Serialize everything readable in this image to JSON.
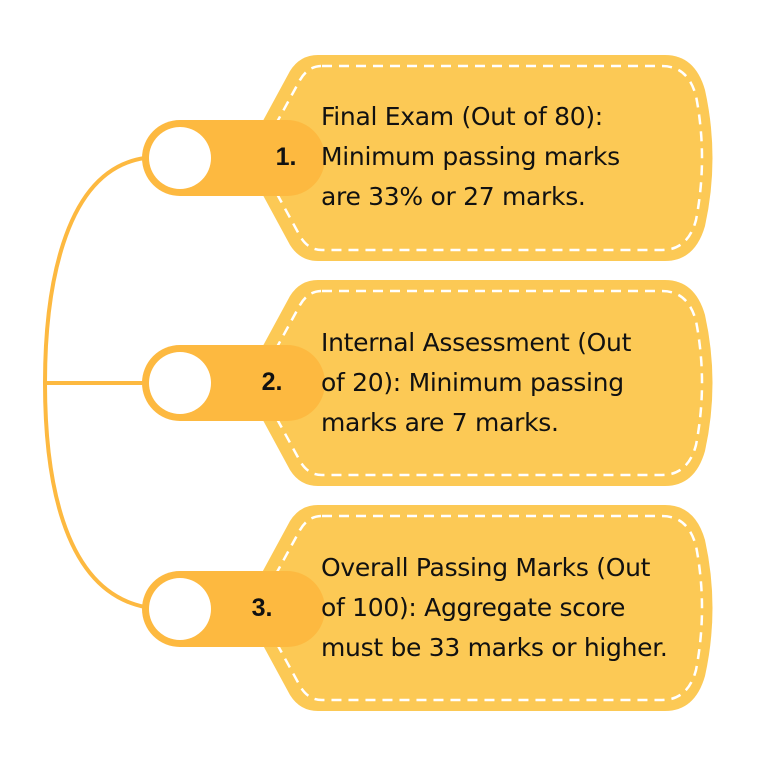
{
  "colors": {
    "tag_fill": "#FCC955",
    "pill_fill": "#FDB940",
    "connector": "#FDB940",
    "stitch": "#FFFFFF",
    "text": "#111111",
    "background": "#FFFFFF"
  },
  "items": [
    {
      "number": "1.",
      "text_lines": [
        "Final Exam (Out of 80):",
        "Minimum passing marks",
        "are 33% or 27 marks."
      ]
    },
    {
      "number": "2.",
      "text_lines": [
        "Internal Assessment (Out",
        "of 20): Minimum passing",
        "marks are 7 marks."
      ]
    },
    {
      "number": "3.",
      "text_lines": [
        "Overall Passing Marks (Out",
        "of 100): Aggregate score",
        "must be 33 marks or higher."
      ]
    }
  ]
}
